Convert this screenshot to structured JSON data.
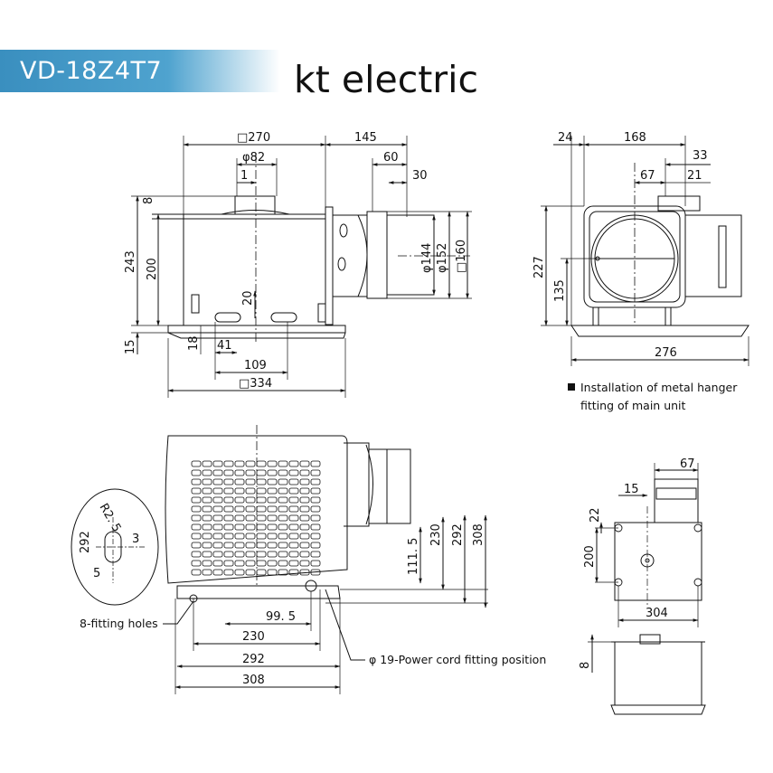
{
  "header": {
    "model": "VD-18Z4T7",
    "brand": "kt electric"
  },
  "colors": {
    "banner": "#3a8fbf",
    "line": "#111111"
  },
  "front_view": {
    "dim_width_top": "□270",
    "dim_duct_offset": "145",
    "dim_flange": "60",
    "dim_flange_inner": "30",
    "dim_outlet": "φ82",
    "dim_center_offset": "1",
    "dim_8": "8",
    "dim_height": "243",
    "dim_body_height": "200",
    "dim_15": "15",
    "dim_18": "18",
    "dim_20": "20",
    "dim_41": "41",
    "dim_109": "109",
    "dim_334": "□334",
    "dim_d144": "φ144",
    "dim_d152": "φ152",
    "dim_sq160": "□160"
  },
  "side_view": {
    "dim_24": "24",
    "dim_168": "168",
    "dim_33": "33",
    "dim_67": "67",
    "dim_21": "21",
    "dim_227": "227",
    "dim_135": "135",
    "dim_276": "276",
    "note_line1": "Installation of metal hanger",
    "note_line2": "fitting of main unit"
  },
  "bottom_view": {
    "dim_230v": "230",
    "dim_292v": "292",
    "dim_308v": "308",
    "dim_111_5": "111. 5",
    "dim_99_5": "99. 5",
    "dim_230h": "230",
    "dim_292h": "292",
    "dim_308h": "308",
    "detail_292": "292",
    "detail_r25": "R2. 5",
    "detail_3": "3",
    "detail_5": "5",
    "label_holes": "8-fitting holes",
    "label_cord": "φ 19-Power cord fitting position"
  },
  "top_small_view": {
    "dim_67": "67",
    "dim_15": "15",
    "dim_22": "22",
    "dim_200": "200",
    "dim_304": "304",
    "dim_8": "8"
  }
}
